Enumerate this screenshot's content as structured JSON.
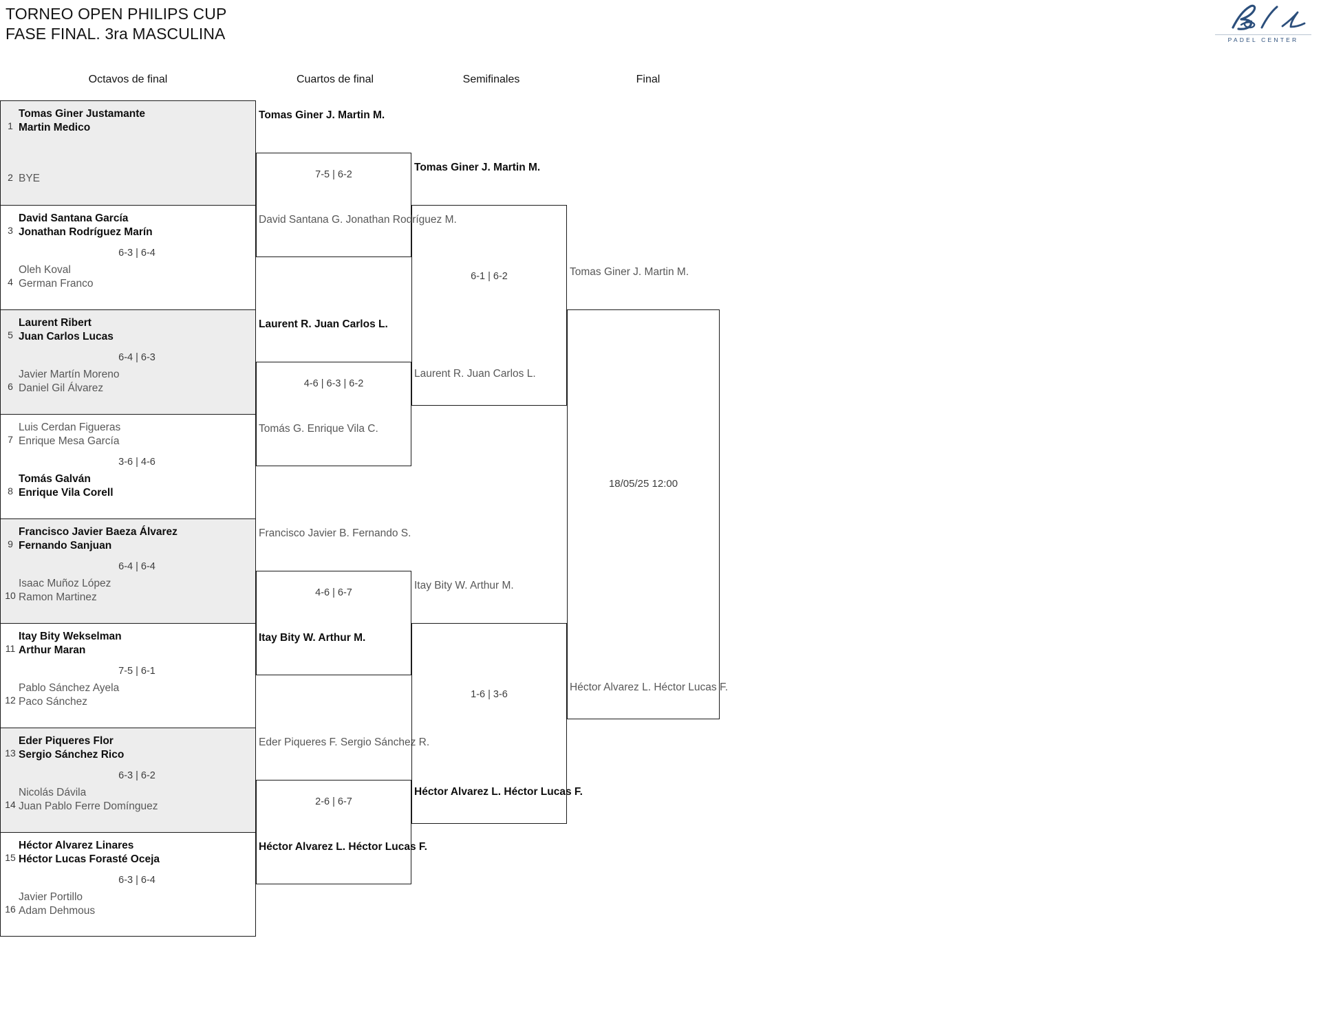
{
  "header": {
    "title_line1": "TORNEO OPEN PHILIPS CUP",
    "title_line2": "FASE FINAL. 3ra MASCULINA"
  },
  "logo": {
    "wordmark": "Bela",
    "subtitle": "PADEL CENTER",
    "color": "#2c4f7c"
  },
  "rounds": [
    {
      "label": "Octavos de final"
    },
    {
      "label": "Cuartos de final"
    },
    {
      "label": "Semifinales"
    },
    {
      "label": "Final"
    }
  ],
  "colors": {
    "shade": "#ededed",
    "line": "#1a1a1a",
    "winner_text": "#0e0e0e",
    "loser_text": "#585858",
    "score_text": "#3c3c3c"
  },
  "round1": {
    "entries": [
      {
        "seed": "1",
        "p1": "Tomas Giner Justamante",
        "p2": "Martin Medico",
        "status": "win"
      },
      {
        "seed": "2",
        "p1": "BYE",
        "p2": "",
        "status": "lose"
      },
      {
        "seed": "3",
        "p1": "David Santana García",
        "p2": "Jonathan Rodríguez Marín",
        "status": "win"
      },
      {
        "seed": "4",
        "p1": "Oleh Koval",
        "p2": "German Franco",
        "status": "lose"
      },
      {
        "seed": "5",
        "p1": "Laurent Ribert",
        "p2": "Juan Carlos Lucas",
        "status": "win"
      },
      {
        "seed": "6",
        "p1": "Javier Martín Moreno",
        "p2": "Daniel Gil Álvarez",
        "status": "lose"
      },
      {
        "seed": "7",
        "p1": "Luis Cerdan Figueras",
        "p2": "Enrique Mesa García",
        "status": "lose"
      },
      {
        "seed": "8",
        "p1": "Tomás Galván",
        "p2": "Enrique Vila Corell",
        "status": "win"
      },
      {
        "seed": "9",
        "p1": "Francisco Javier Baeza Álvarez",
        "p2": "Fernando Sanjuan",
        "status": "win"
      },
      {
        "seed": "10",
        "p1": "Isaac Muñoz López",
        "p2": "Ramon Martinez",
        "status": "lose"
      },
      {
        "seed": "11",
        "p1": "Itay Bity Wekselman",
        "p2": "Arthur Maran",
        "status": "win"
      },
      {
        "seed": "12",
        "p1": "Pablo Sánchez Ayela",
        "p2": "Paco Sánchez",
        "status": "lose"
      },
      {
        "seed": "13",
        "p1": "Eder Piqueres Flor",
        "p2": "Sergio Sánchez Rico",
        "status": "win"
      },
      {
        "seed": "14",
        "p1": "Nicolás Dávila",
        "p2": "Juan Pablo Ferre Domínguez",
        "status": "lose"
      },
      {
        "seed": "15",
        "p1": "Héctor Alvarez Linares",
        "p2": "Héctor Lucas Forasté Oceja",
        "status": "win"
      },
      {
        "seed": "16",
        "p1": "Javier Portillo",
        "p2": "Adam Dehmous",
        "status": "lose"
      }
    ],
    "scores": [
      "",
      "6-3 | 6-4",
      "6-4 | 6-3",
      "3-6 | 4-6",
      "6-4 | 6-4",
      "7-5 | 6-1",
      "6-3 | 6-2",
      "6-3 | 6-4"
    ]
  },
  "round2": {
    "entries": [
      {
        "p1": "Tomas Giner J.",
        "p2": "Martin M.",
        "status": "win"
      },
      {
        "p1": "David Santana G.",
        "p2": "Jonathan Rodríguez M.",
        "status": "lose"
      },
      {
        "p1": "Laurent R.",
        "p2": "Juan Carlos L.",
        "status": "win"
      },
      {
        "p1": "Tomás G.",
        "p2": "Enrique Vila C.",
        "status": "lose"
      },
      {
        "p1": "Francisco Javier B.",
        "p2": "Fernando S.",
        "status": "lose"
      },
      {
        "p1": "Itay Bity W.",
        "p2": "Arthur M.",
        "status": "win"
      },
      {
        "p1": "Eder Piqueres F.",
        "p2": "Sergio Sánchez R.",
        "status": "lose"
      },
      {
        "p1": "Héctor Alvarez L.",
        "p2": "Héctor Lucas F.",
        "status": "win"
      }
    ],
    "scores": [
      "7-5 | 6-2",
      "4-6 | 6-3 | 6-2",
      "4-6 | 6-7",
      "2-6 | 6-7"
    ]
  },
  "round3": {
    "entries": [
      {
        "p1": "Tomas Giner J.",
        "p2": "Martin M.",
        "status": "win"
      },
      {
        "p1": "Laurent R.",
        "p2": "Juan Carlos L.",
        "status": "lose"
      },
      {
        "p1": "Itay Bity W.",
        "p2": "Arthur M.",
        "status": "lose"
      },
      {
        "p1": "Héctor Alvarez L.",
        "p2": "Héctor Lucas F.",
        "status": "win"
      }
    ],
    "scores": [
      "6-1 | 6-2",
      "1-6 | 3-6"
    ]
  },
  "round4": {
    "entries": [
      {
        "p1": "Tomas Giner J.",
        "p2": "Martin M.",
        "status": "lose"
      },
      {
        "p1": "Héctor Alvarez L.",
        "p2": "Héctor Lucas F.",
        "status": "lose"
      }
    ],
    "date": "18/05/25 12:00"
  }
}
